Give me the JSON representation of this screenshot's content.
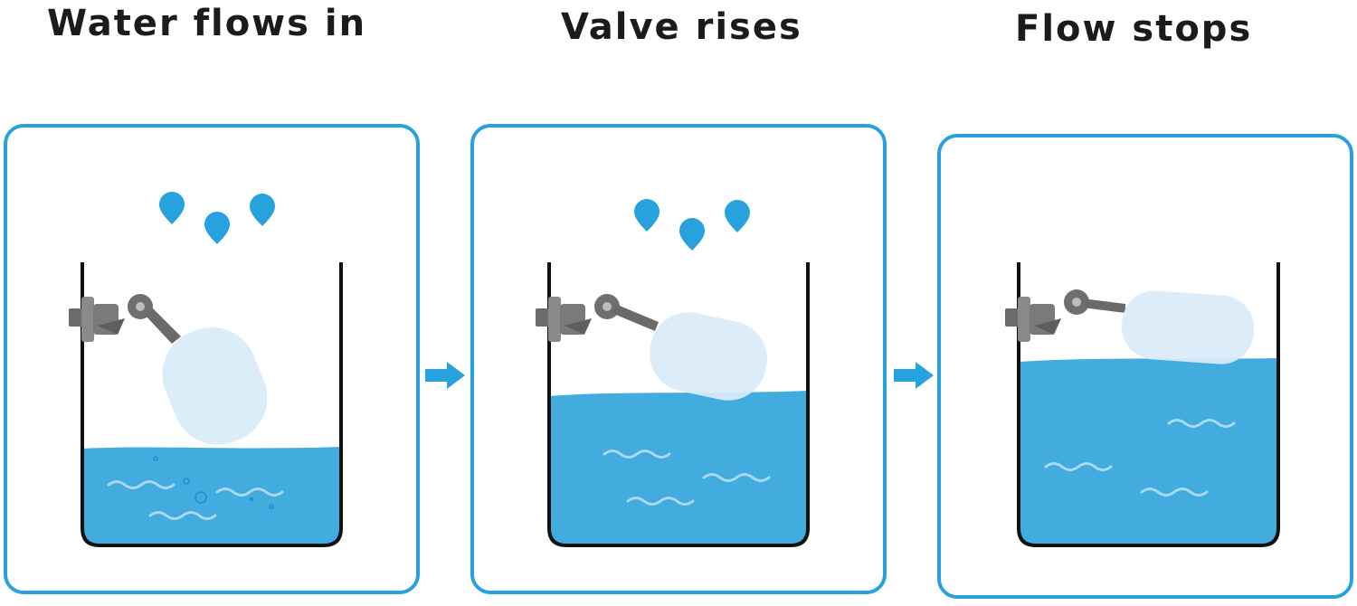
{
  "stages": [
    {
      "title": "Water flows in",
      "level": 0.32
    },
    {
      "title": "Valve rises",
      "level": 0.54
    },
    {
      "title": "Flow stops",
      "level": 0.67
    }
  ],
  "colors": {
    "accent": "#27a2dd",
    "water": "#43acde",
    "ripple": "#aad9f0",
    "drop": "#27a2dd",
    "float": "#d9ecf8",
    "tank_outline": "#111111",
    "valve_metal": "#6b6b6b"
  }
}
